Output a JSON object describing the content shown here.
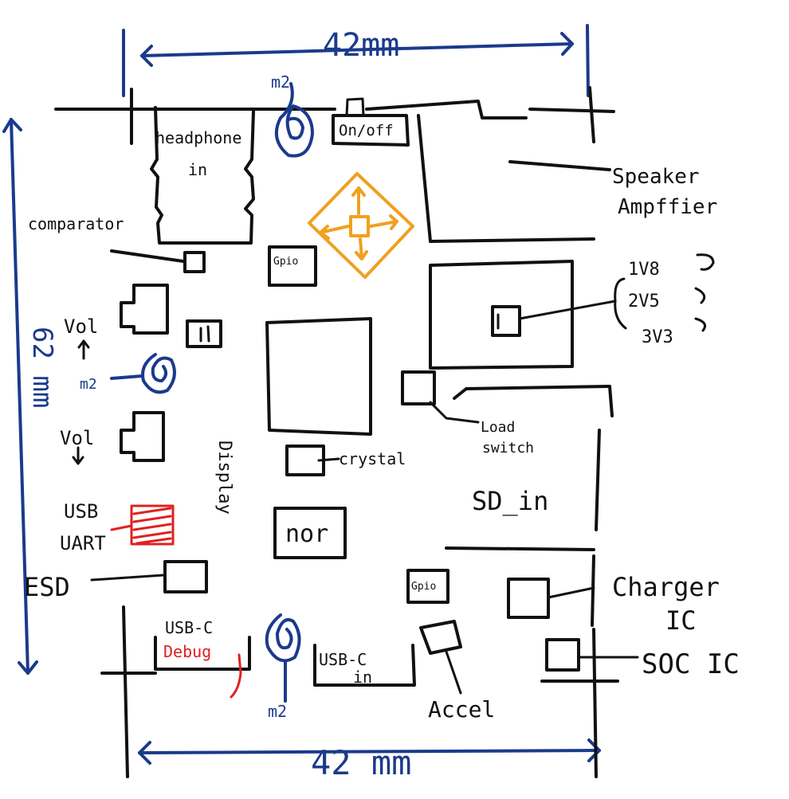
{
  "dimensions": {
    "top": "42mm",
    "bottom": "42 mm",
    "side": "62 mm"
  },
  "labels": {
    "headphone": "headphone",
    "headphone_in": "in",
    "m2_top": "m2",
    "on_off": "On/off",
    "speaker_1": "Speaker",
    "speaker_2": "Ampffier",
    "comparator": "comparator",
    "gpio_top": "Gpio",
    "v18": "1V8",
    "v25": "2V5",
    "v33": "3V3",
    "vol_up": "Vol",
    "vol_down": "Vol",
    "m2_left": "m2",
    "load_switch_1": "Load",
    "load_switch_2": "switch",
    "crystal": "crystal",
    "display": "Display",
    "sd_in": "SD_in",
    "usb_uart_1": "USB",
    "usb_uart_2": "UART",
    "nor": "nor",
    "esd": "ESD",
    "gpio_bottom": "Gpio",
    "charger_1": "Charger",
    "charger_2": "IC",
    "usb_c_debug_1": "USB-C",
    "usb_c_debug_2": "Debug",
    "usb_c_in_1": "USB-C",
    "usb_c_in_2": "in",
    "soc_ic": "SOC IC",
    "m2_bottom": "m2",
    "accel": "Accel"
  },
  "colors": {
    "ink": "#111111",
    "dimension": "#1b3a8c",
    "dpad": "#f0a020",
    "highlight": "#e02020"
  },
  "icons": [
    "dpad-icon",
    "mount-hole-icon",
    "arrow-icon"
  ]
}
